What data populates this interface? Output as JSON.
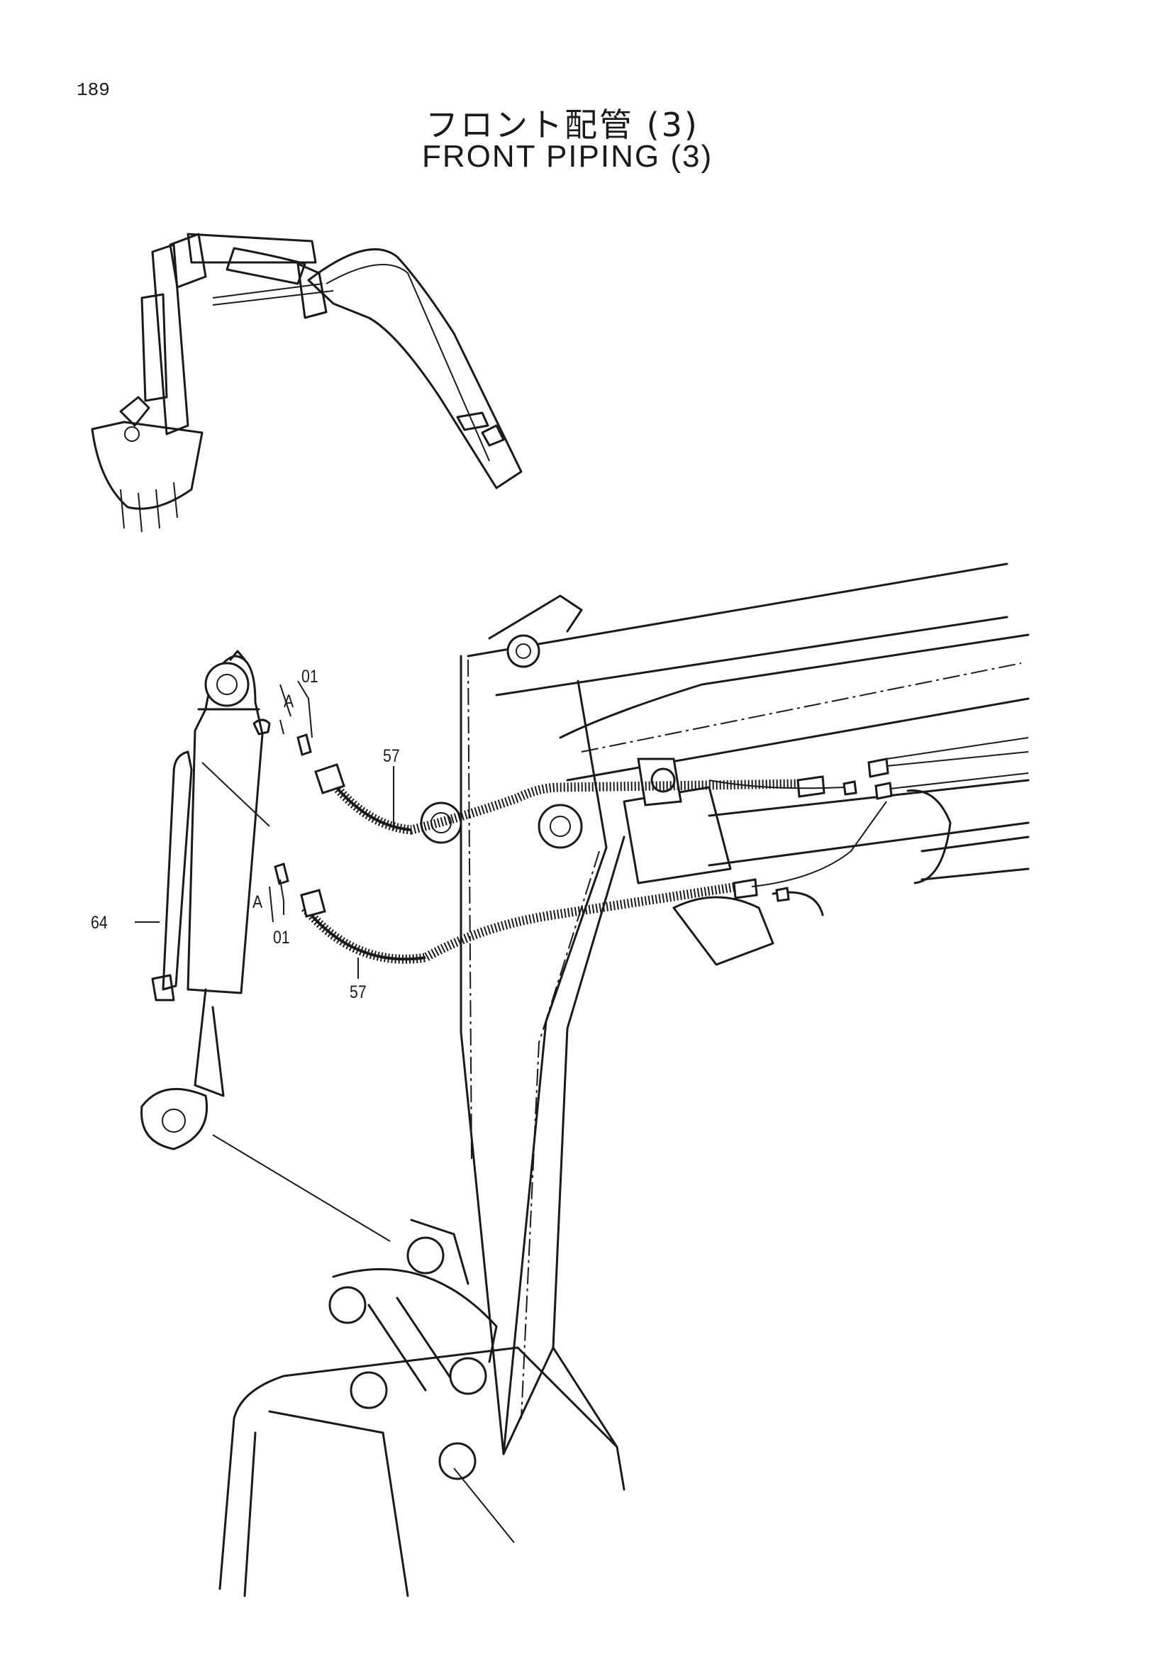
{
  "header": {
    "page_number": "189",
    "title_jp": "フロント配管 (3)",
    "title_en": "FRONT PIPING (3)"
  },
  "callouts": {
    "c01_top": "01",
    "cA_top": "A",
    "c57_top": "57",
    "c64": "64",
    "cA_bottom": "A",
    "c01_bottom": "01",
    "c57_bottom": "57"
  }
}
